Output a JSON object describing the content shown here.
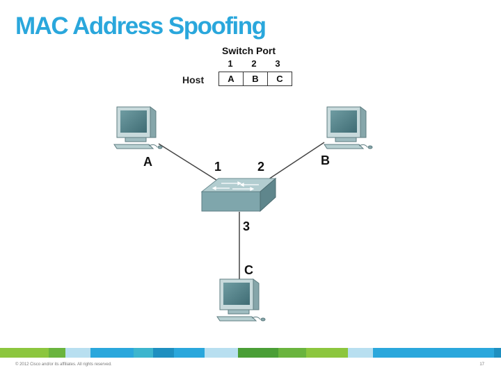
{
  "slide": {
    "title": "MAC Address Spoofing",
    "footer": "© 2012 Cisco and/or its affiliates. All rights reserved.",
    "page_number": "17"
  },
  "port_table": {
    "header": "Switch Port",
    "ports": [
      "1",
      "2",
      "3"
    ],
    "row_label": "Host",
    "hosts": [
      "A",
      "B",
      "C"
    ]
  },
  "diagram": {
    "host_labels": {
      "a": "A",
      "b": "B",
      "c": "C"
    },
    "port_labels": {
      "p1": "1",
      "p2": "2",
      "p3": "3"
    }
  },
  "colors": {
    "title": "#2aa7dc",
    "footer_stripes": [
      "#8cc63e",
      "#6ab43e",
      "#b8dff0",
      "#2aa7dc",
      "#3cb5ce",
      "#1e8fc0",
      "#2aa7dc",
      "#b8dff0",
      "#4a9e36",
      "#6ab43e",
      "#8cc63e",
      "#b8dff0",
      "#2aa7dc",
      "#1e8fc0"
    ]
  }
}
